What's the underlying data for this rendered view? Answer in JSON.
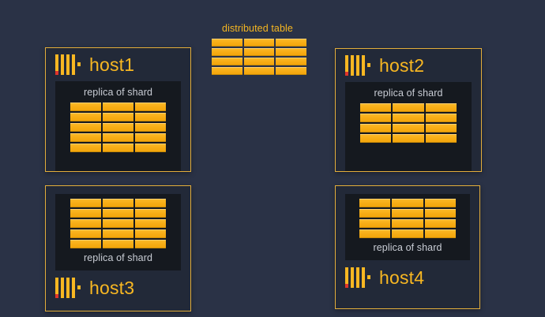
{
  "background_color": "#2a3246",
  "accent_color": "#f8b722",
  "cell_color": "#fbb024",
  "panel_color": "#15191f",
  "logo_accent_color": "#e0342c",
  "distributed": {
    "label": "distributed table",
    "table": {
      "rows": 4,
      "cols": 3
    }
  },
  "hosts": [
    {
      "id": "host1",
      "name": "host1",
      "logo": "clickhouse-logo",
      "label_position": "top",
      "replica_label": "replica of shard",
      "table": {
        "rows": 5,
        "cols": 3
      }
    },
    {
      "id": "host2",
      "name": "host2",
      "logo": "clickhouse-logo",
      "label_position": "top",
      "replica_label": "replica of shard",
      "table": {
        "rows": 4,
        "cols": 3
      }
    },
    {
      "id": "host3",
      "name": "host3",
      "logo": "clickhouse-logo",
      "label_position": "bottom",
      "replica_label": "replica of shard",
      "table": {
        "rows": 5,
        "cols": 3
      }
    },
    {
      "id": "host4",
      "name": "host4",
      "logo": "clickhouse-logo",
      "label_position": "bottom",
      "replica_label": "replica of shard",
      "table": {
        "rows": 4,
        "cols": 3
      }
    }
  ]
}
